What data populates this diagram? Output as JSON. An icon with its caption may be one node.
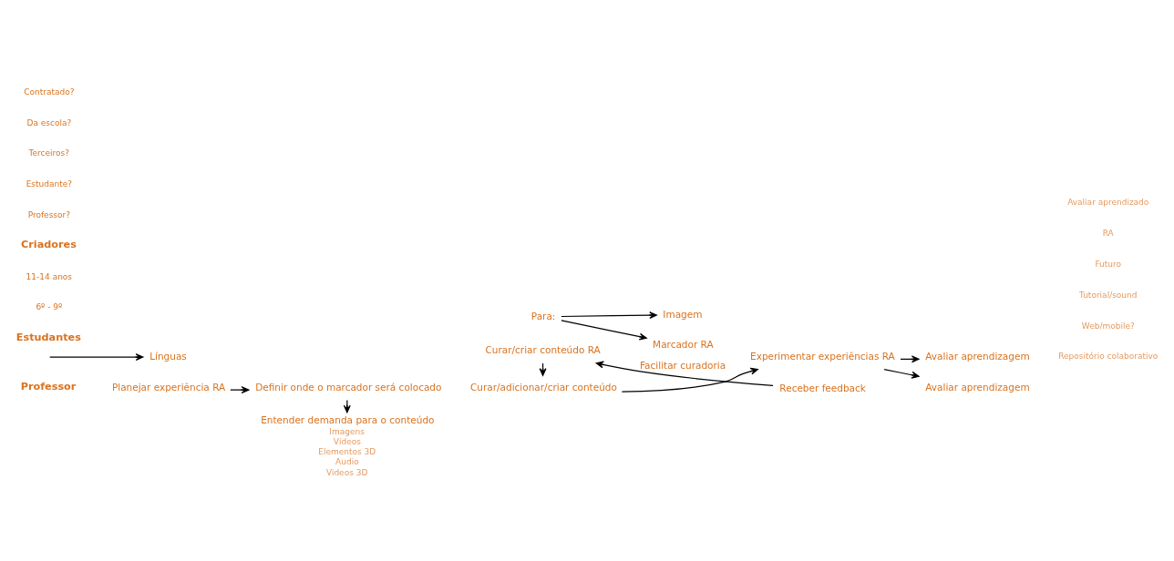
{
  "diagram": {
    "nodes": [
      {
        "text": [
          "Planejar experiência RA"
        ]
      },
      {
        "text": [
          "Definir onde o marcador será colocado"
        ]
      },
      {
        "text": [
          "Entender demanda para o conteúdo"
        ],
        "beside": [
          "Imagens",
          "Vídeos",
          "Elementos 3D",
          "Audio",
          "Videos 3D"
        ]
      },
      {
        "text": [
          "Curar/criar conteúdo RA"
        ]
      },
      {
        "text": [
          "Curar/adicionar/criar conteúdo"
        ]
      },
      {
        "text": [
          "Experimentar experiências RA"
        ]
      },
      {
        "text": [
          "Avaliar aprendizagem"
        ]
      },
      {
        "text": [
          "Avaliar aprendizagem"
        ]
      },
      {
        "text": [
          "Receber feedback"
        ]
      },
      {
        "text": [
          "Para:"
        ]
      },
      {
        "text": [
          "Marcador RA"
        ]
      },
      {
        "text": [
          "Imagem"
        ]
      },
      {
        "text": [
          "Línguas"
        ]
      }
    ],
    "edges": [
      {
        "from": 0,
        "to": 1,
        "arrow": "to"
      },
      {
        "from": 1,
        "to": 2,
        "arrow": "to"
      },
      {
        "from": 3,
        "to": 4,
        "arrow": "to"
      },
      {
        "from": 4,
        "to": 5,
        "arrow": "to"
      },
      {
        "from": 5,
        "to": 6,
        "arrow": "to"
      },
      {
        "from": 5,
        "to": 7,
        "arrow": "to"
      },
      {
        "from": 8,
        "to": 3,
        "arrow": "to",
        "label": "Facilitar curadoria"
      },
      {
        "from": 9,
        "to": 10,
        "arrow": "to"
      },
      {
        "from": 9,
        "to": 11,
        "arrow": "to"
      },
      {
        "from": null,
        "to": 12,
        "arrow": "to"
      }
    ],
    "labels": [
      "Professor",
      "Estudantes",
      "6º - 9º",
      "11-14 anos",
      "Criadores",
      "Professor?",
      "Estudante?",
      "Terceiros?",
      "Da escola?",
      "Contratado?",
      "Repositório colaborativo",
      "Web/mobile?",
      "Tutorial/sound",
      "Futuro",
      "RA",
      "Avaliar aprendizado"
    ]
  }
}
